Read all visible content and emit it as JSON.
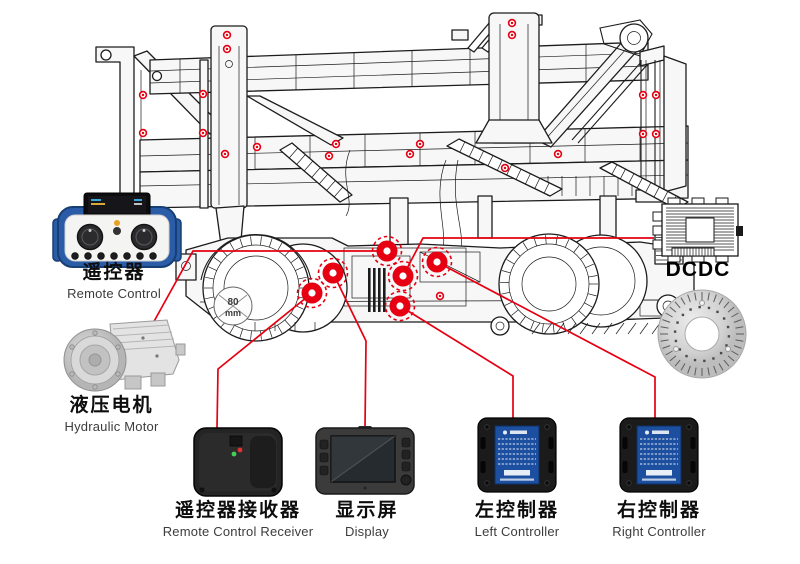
{
  "colors": {
    "accent_red": "#e60012",
    "controller_panel_blue": "#1d4fa0",
    "remote_shell_blue": "#2a5ca8"
  },
  "wheel_label": {
    "line1": "80",
    "line2": "mm"
  },
  "components": {
    "remote_control": {
      "zh": "遥控器",
      "en": "Remote Control"
    },
    "hydraulic_motor": {
      "zh": "液压电机",
      "en": "Hydraulic Motor"
    },
    "dcdc": {
      "label": "DCDC"
    },
    "receiver": {
      "zh": "遥控器接收器",
      "en": "Remote Control Receiver"
    },
    "display": {
      "zh": "显示屏",
      "en": "Display"
    },
    "left_controller": {
      "zh": "左控制器",
      "en": "Left Controller"
    },
    "right_controller": {
      "zh": "右控制器",
      "en": "Right Controller"
    }
  }
}
